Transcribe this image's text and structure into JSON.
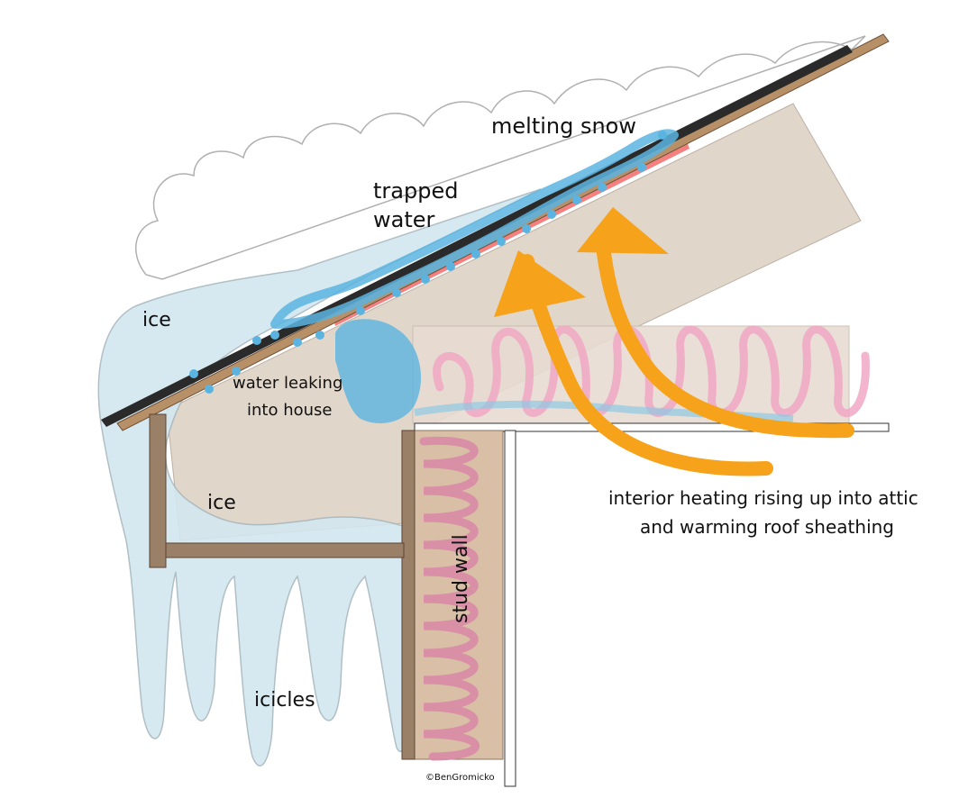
{
  "labels": {
    "melting_snow": "melting snow",
    "trapped_water_line1": "trapped",
    "trapped_water_line2": "water",
    "ice_upper": "ice",
    "ice_lower": "ice",
    "water_leaking_line1": "water leaking",
    "water_leaking_line2": "into house",
    "interior_heating_line1": "interior heating rising up into attic",
    "interior_heating_line2": "and warming roof sheathing",
    "stud_wall": "stud wall",
    "icicles": "icicles",
    "copyright": "©BenGromicko"
  },
  "colors": {
    "snow_outline": "#aaaaaa",
    "ice_fill": "#d3e7ef",
    "attic_fill": "#e0d4c8",
    "insulation_pink": "#f0a8c4",
    "insulation_batt_pink": "#d98aa6",
    "stud_wood": "#d8bfa6",
    "fascia_wood": "#9b8068",
    "water_blue": "#5bb4e0",
    "heat_arrow_orange": "#f6a21a",
    "shingle_black": "#2a2a2a",
    "roof_deck_brown": "#b89068",
    "warm_sheathing_red": "#f05555"
  }
}
